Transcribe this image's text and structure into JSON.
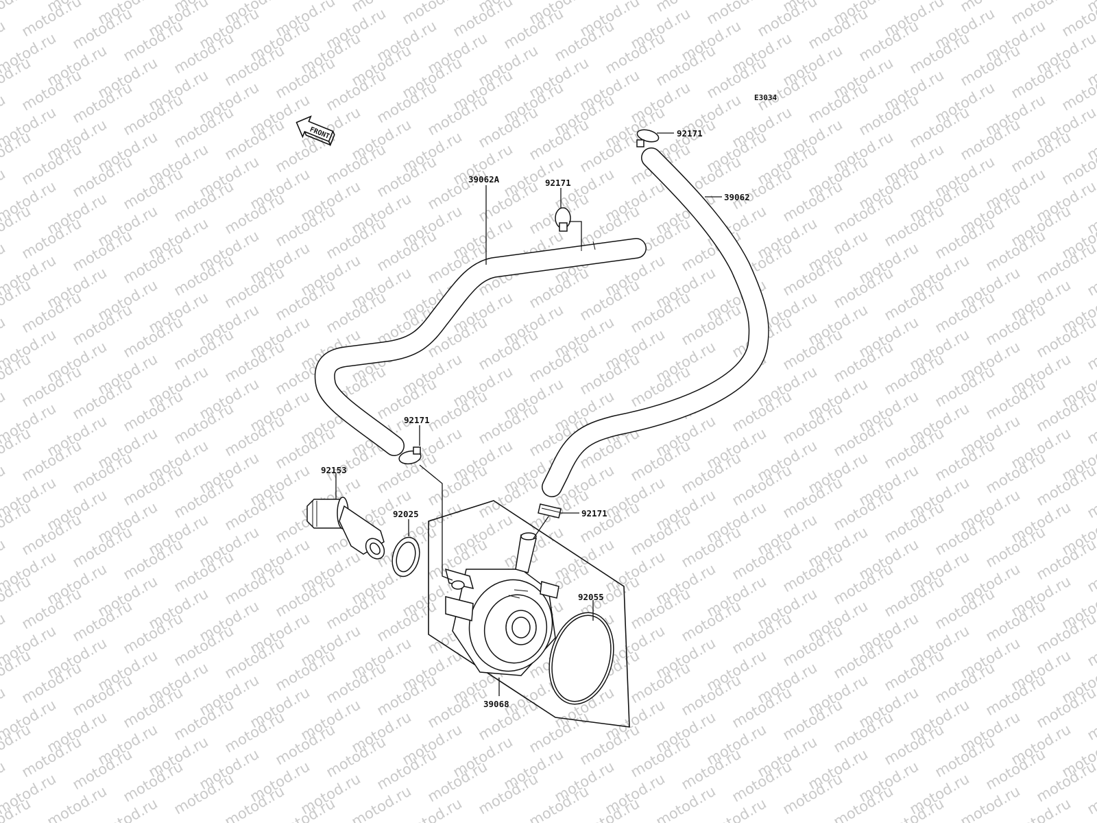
{
  "diagram_code": "E3034",
  "front_label": "FRONT",
  "watermark_text": "motod.ru",
  "parts": [
    {
      "id": "clamp-top-right",
      "number": "92171"
    },
    {
      "id": "clamp-mid",
      "number": "92171"
    },
    {
      "id": "hose-right",
      "number": "39062"
    },
    {
      "id": "hose-left",
      "number": "39062A"
    },
    {
      "id": "clamp-left",
      "number": "92171"
    },
    {
      "id": "fitting-bolt",
      "number": "92153"
    },
    {
      "id": "gasket",
      "number": "92025"
    },
    {
      "id": "clamp-lower",
      "number": "92171"
    },
    {
      "id": "o-ring",
      "number": "92055"
    },
    {
      "id": "oil-cooler",
      "number": "39068"
    }
  ]
}
